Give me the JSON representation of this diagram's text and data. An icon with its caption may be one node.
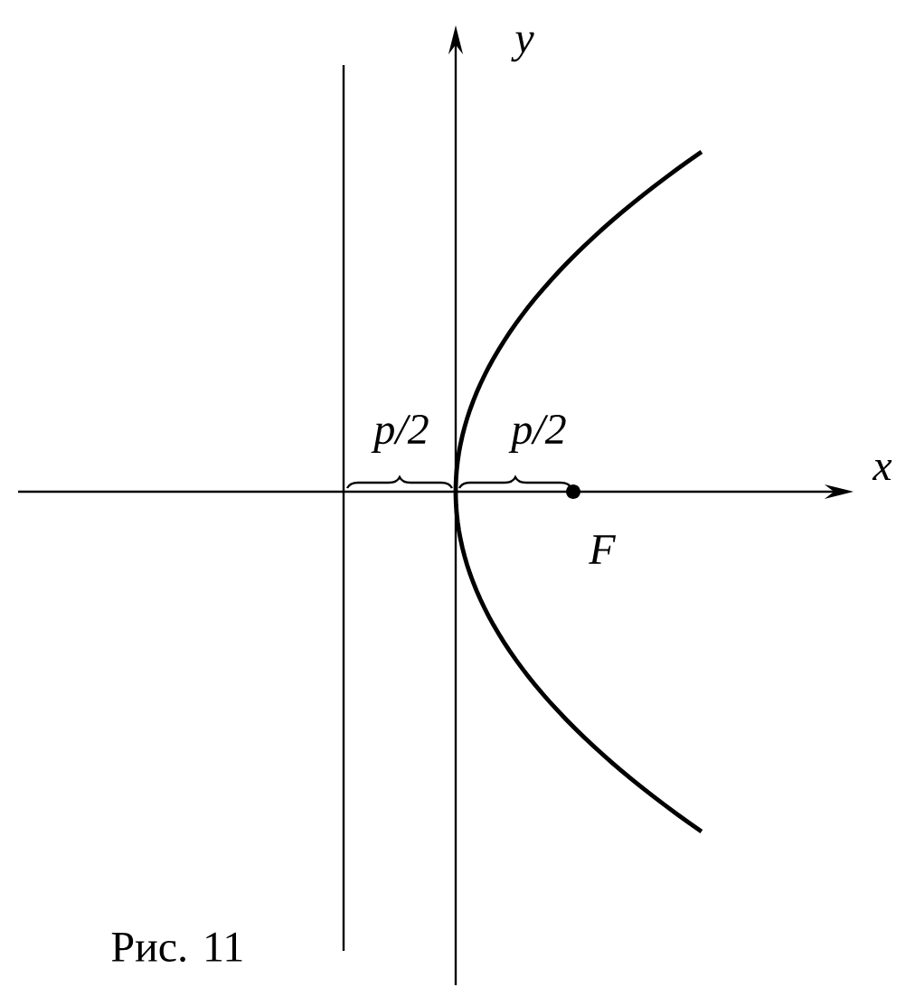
{
  "diagram": {
    "caption": "Рис. 11",
    "labels": [
      "y",
      "x",
      "p/2",
      "p/2",
      "F"
    ]
  }
}
